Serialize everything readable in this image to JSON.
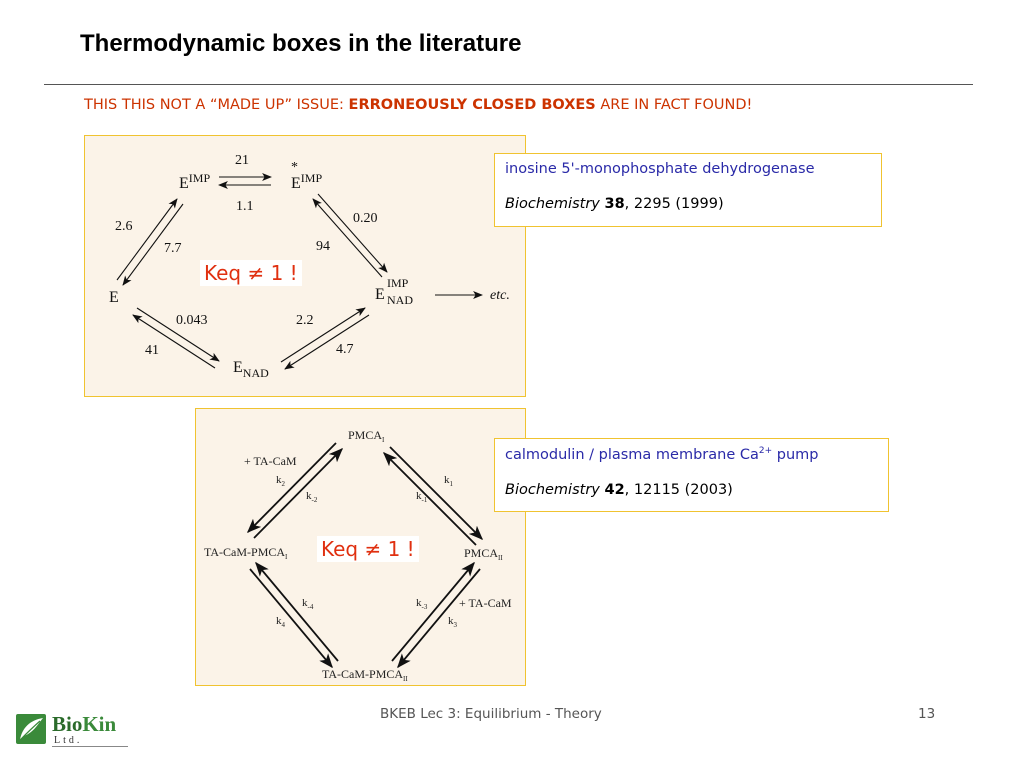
{
  "slide": {
    "title": "Thermodynamic boxes in the literature",
    "subtitle_pre": "THIS THIS NOT A “MADE UP” ISSUE: ",
    "subtitle_bold": "ERRONEOUSLY CLOSED BOXES",
    "subtitle_post": " ARE IN FACT FOUND!"
  },
  "box1": {
    "species": {
      "e": "E",
      "e_imp_base": "E",
      "e_imp_sup": "IMP",
      "e_imp_star_base": "E",
      "e_imp_star_sup": "IMP",
      "star": "*",
      "e_imp_nad_base": "E",
      "e_imp_nad_sup": "IMP",
      "e_imp_nad_sub": "NAD",
      "e_nad_base": "E",
      "e_nad_sub": "NAD",
      "etc": "etc."
    },
    "rates": {
      "top_forward": "21",
      "top_reverse": "1.1",
      "left_up": "2.6",
      "left_down": "7.7",
      "right_down": "0.20",
      "right_up": "94",
      "bottom_left_down": "0.043",
      "bottom_left_up": "41",
      "bottom_right_up": "2.2",
      "bottom_right_down": "4.7"
    },
    "keq": "Keq ≠ 1 !",
    "reference": {
      "enzyme": "inosine 5'-monophosphate dehydrogenase",
      "journal": "Biochemistry",
      "volume": "38",
      "pages_year": ", 2295 (1999)"
    }
  },
  "box2": {
    "species": {
      "top_base": "PMCA",
      "top_sub": "I",
      "left_base": "TA-CaM-PMCA",
      "left_sub": "I",
      "right_base": "PMCA",
      "right_sub": "II",
      "bottom_base": "TA-CaM-PMCA",
      "bottom_sub": "II"
    },
    "labels": {
      "upper_left_ligand": "+ TA-CaM",
      "upper_left_k_fwd": "k",
      "upper_left_k_fwd_sub": "2",
      "upper_left_k_rev": "k",
      "upper_left_k_rev_sub": "-2",
      "upper_right_k_fwd": "k",
      "upper_right_k_fwd_sub": "1",
      "upper_right_k_rev": "k",
      "upper_right_k_rev_sub": "-1",
      "lower_left_k_rev": "k",
      "lower_left_k_rev_sub": "-4",
      "lower_left_k_fwd": "k",
      "lower_left_k_fwd_sub": "4",
      "lower_right_k_rev": "k",
      "lower_right_k_rev_sub": "-3",
      "lower_right_ligand": "+ TA-CaM",
      "lower_right_k_fwd": "k",
      "lower_right_k_fwd_sub": "3"
    },
    "keq": "Keq ≠ 1 !",
    "reference": {
      "enzyme_pre": "calmodulin / plasma membrane Ca",
      "enzyme_sup": "2+",
      "enzyme_post": " pump",
      "journal": "Biochemistry",
      "volume": "42",
      "pages_year": ", 12115 (2003)"
    }
  },
  "footer": {
    "course": "BKEB Lec 3: Equilibrium - Theory",
    "page": "13"
  },
  "logo": {
    "name_part1": "Bio",
    "name_part2": "Kin",
    "sub": "Ltd."
  },
  "colors": {
    "accent_red": "#cc3300",
    "keq_red": "#e03010",
    "reference_blue": "#2a2aa8",
    "panel_border": "#f0c330",
    "panel_fill": "#fbf3e8"
  }
}
